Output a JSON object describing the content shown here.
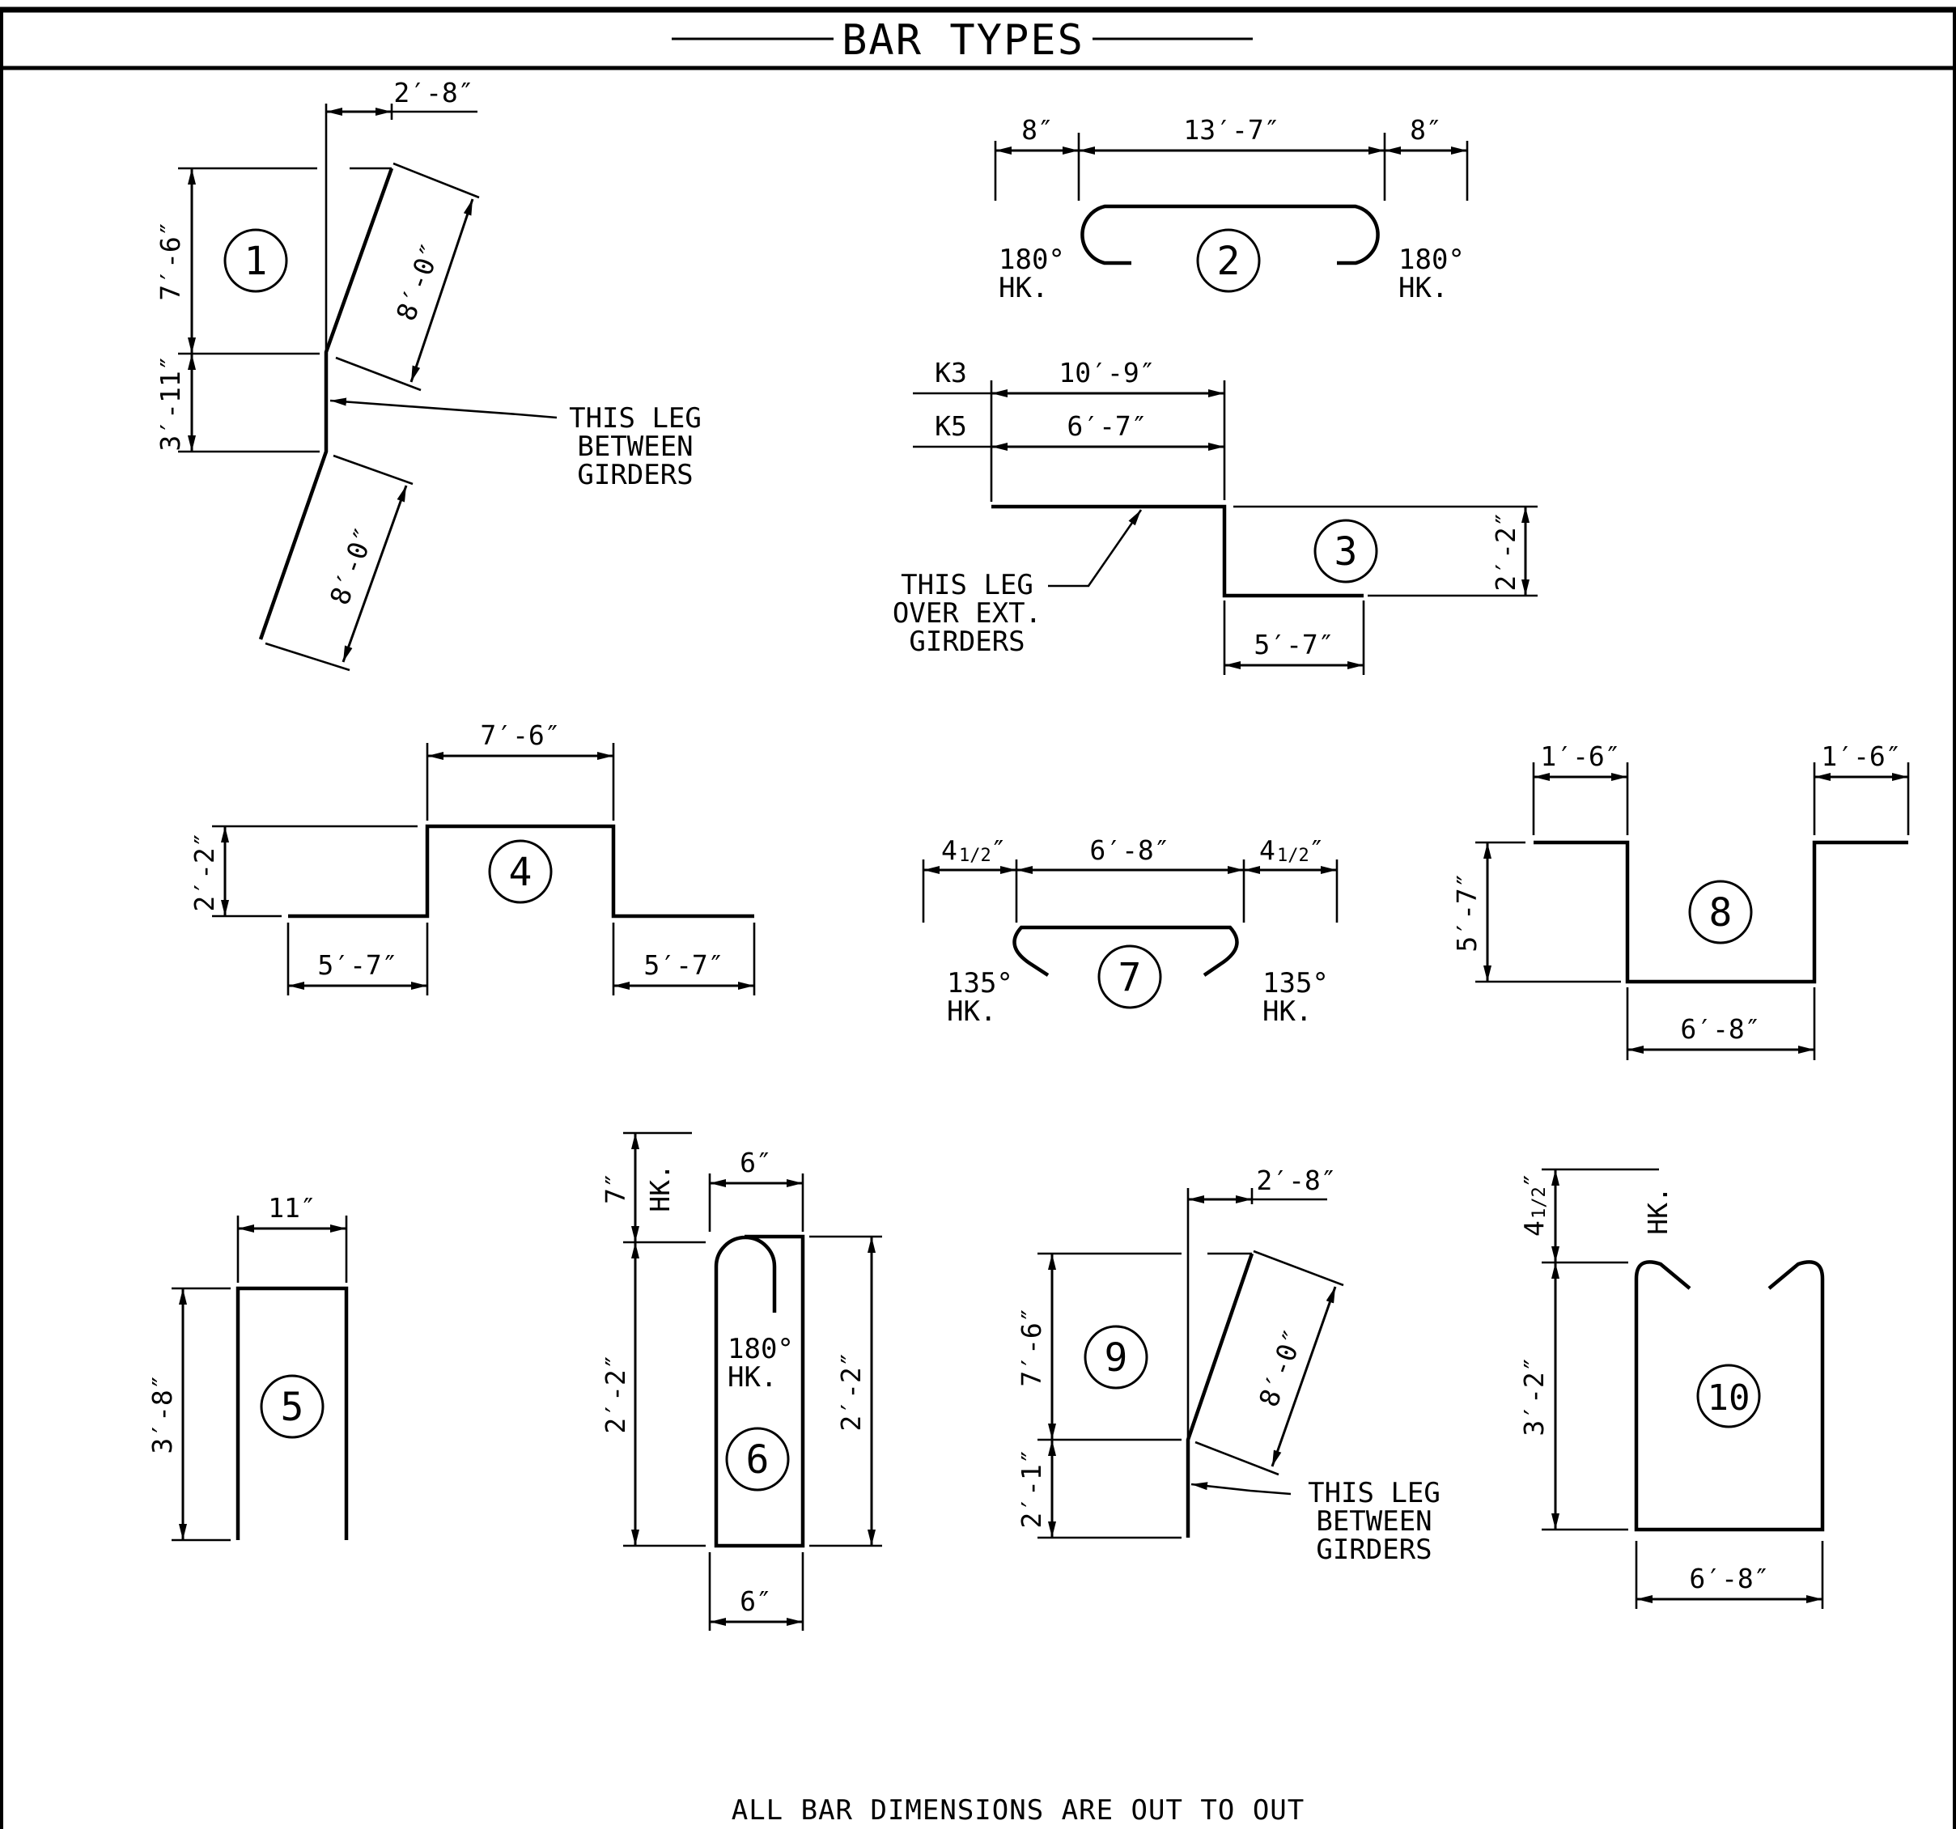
{
  "title": "BAR TYPES",
  "footer_note": "ALL BAR DIMENSIONS ARE OUT TO OUT",
  "bars": {
    "b1": {
      "num": "1",
      "d_top": "2′-8″",
      "d_left_upper": "7′-6″",
      "d_left_lower": "3′-11″",
      "d_upper_leg": "8′-0″",
      "d_lower_leg": "8′-0″",
      "note": [
        "THIS LEG",
        "BETWEEN",
        "GIRDERS"
      ]
    },
    "b2": {
      "num": "2",
      "d_left": "8″",
      "d_mid": "13′-7″",
      "d_right": "8″",
      "hook_left": [
        "180°",
        "HK."
      ],
      "hook_right": [
        "180°",
        "HK."
      ]
    },
    "b3": {
      "num": "3",
      "mark_k3": "K3",
      "mark_k5": "K5",
      "d_k3": "10′-9″",
      "d_k5": "6′-7″",
      "d_height": "2′-2″",
      "d_bottom": "5′-7″",
      "note": [
        "THIS LEG",
        "OVER EXT.",
        "GIRDERS"
      ]
    },
    "b4": {
      "num": "4",
      "d_top": "7′-6″",
      "d_height": "2′-2″",
      "d_left": "5′-7″",
      "d_right": "5′-7″"
    },
    "b5": {
      "num": "5",
      "d_width": "11″",
      "d_height": "3′-8″"
    },
    "b6": {
      "num": "6",
      "d_hook": "7″",
      "hook_label": "HK.",
      "d_top": "6″",
      "d_left": "2′-2″",
      "d_right": "2′-2″",
      "d_bottom": "6″",
      "hook_note": [
        "180°",
        "HK."
      ]
    },
    "b7": {
      "num": "7",
      "d_left_whole": "4",
      "d_left_frac": "1/2",
      "d_left_unit": "″",
      "d_mid": "6′-8″",
      "d_right_whole": "4",
      "d_right_frac": "1/2",
      "d_right_unit": "″",
      "hook_left": [
        "135°",
        "HK."
      ],
      "hook_right": [
        "135°",
        "HK."
      ]
    },
    "b8": {
      "num": "8",
      "d_left_top": "1′-6″",
      "d_right_top": "1′-6″",
      "d_height": "5′-7″",
      "d_bottom": "6′-8″"
    },
    "b9": {
      "num": "9",
      "d_top": "2′-8″",
      "d_left_upper": "7′-6″",
      "d_left_lower": "2′-1″",
      "d_leg": "8′-0″",
      "note": [
        "THIS LEG",
        "BETWEEN",
        "GIRDERS"
      ]
    },
    "b10": {
      "num": "10",
      "d_hook_whole": "4",
      "d_hook_frac": "1/2",
      "d_hook_unit": "″",
      "hook_label": "HK.",
      "d_height": "3′-2″",
      "d_bottom": "6′-8″"
    }
  }
}
